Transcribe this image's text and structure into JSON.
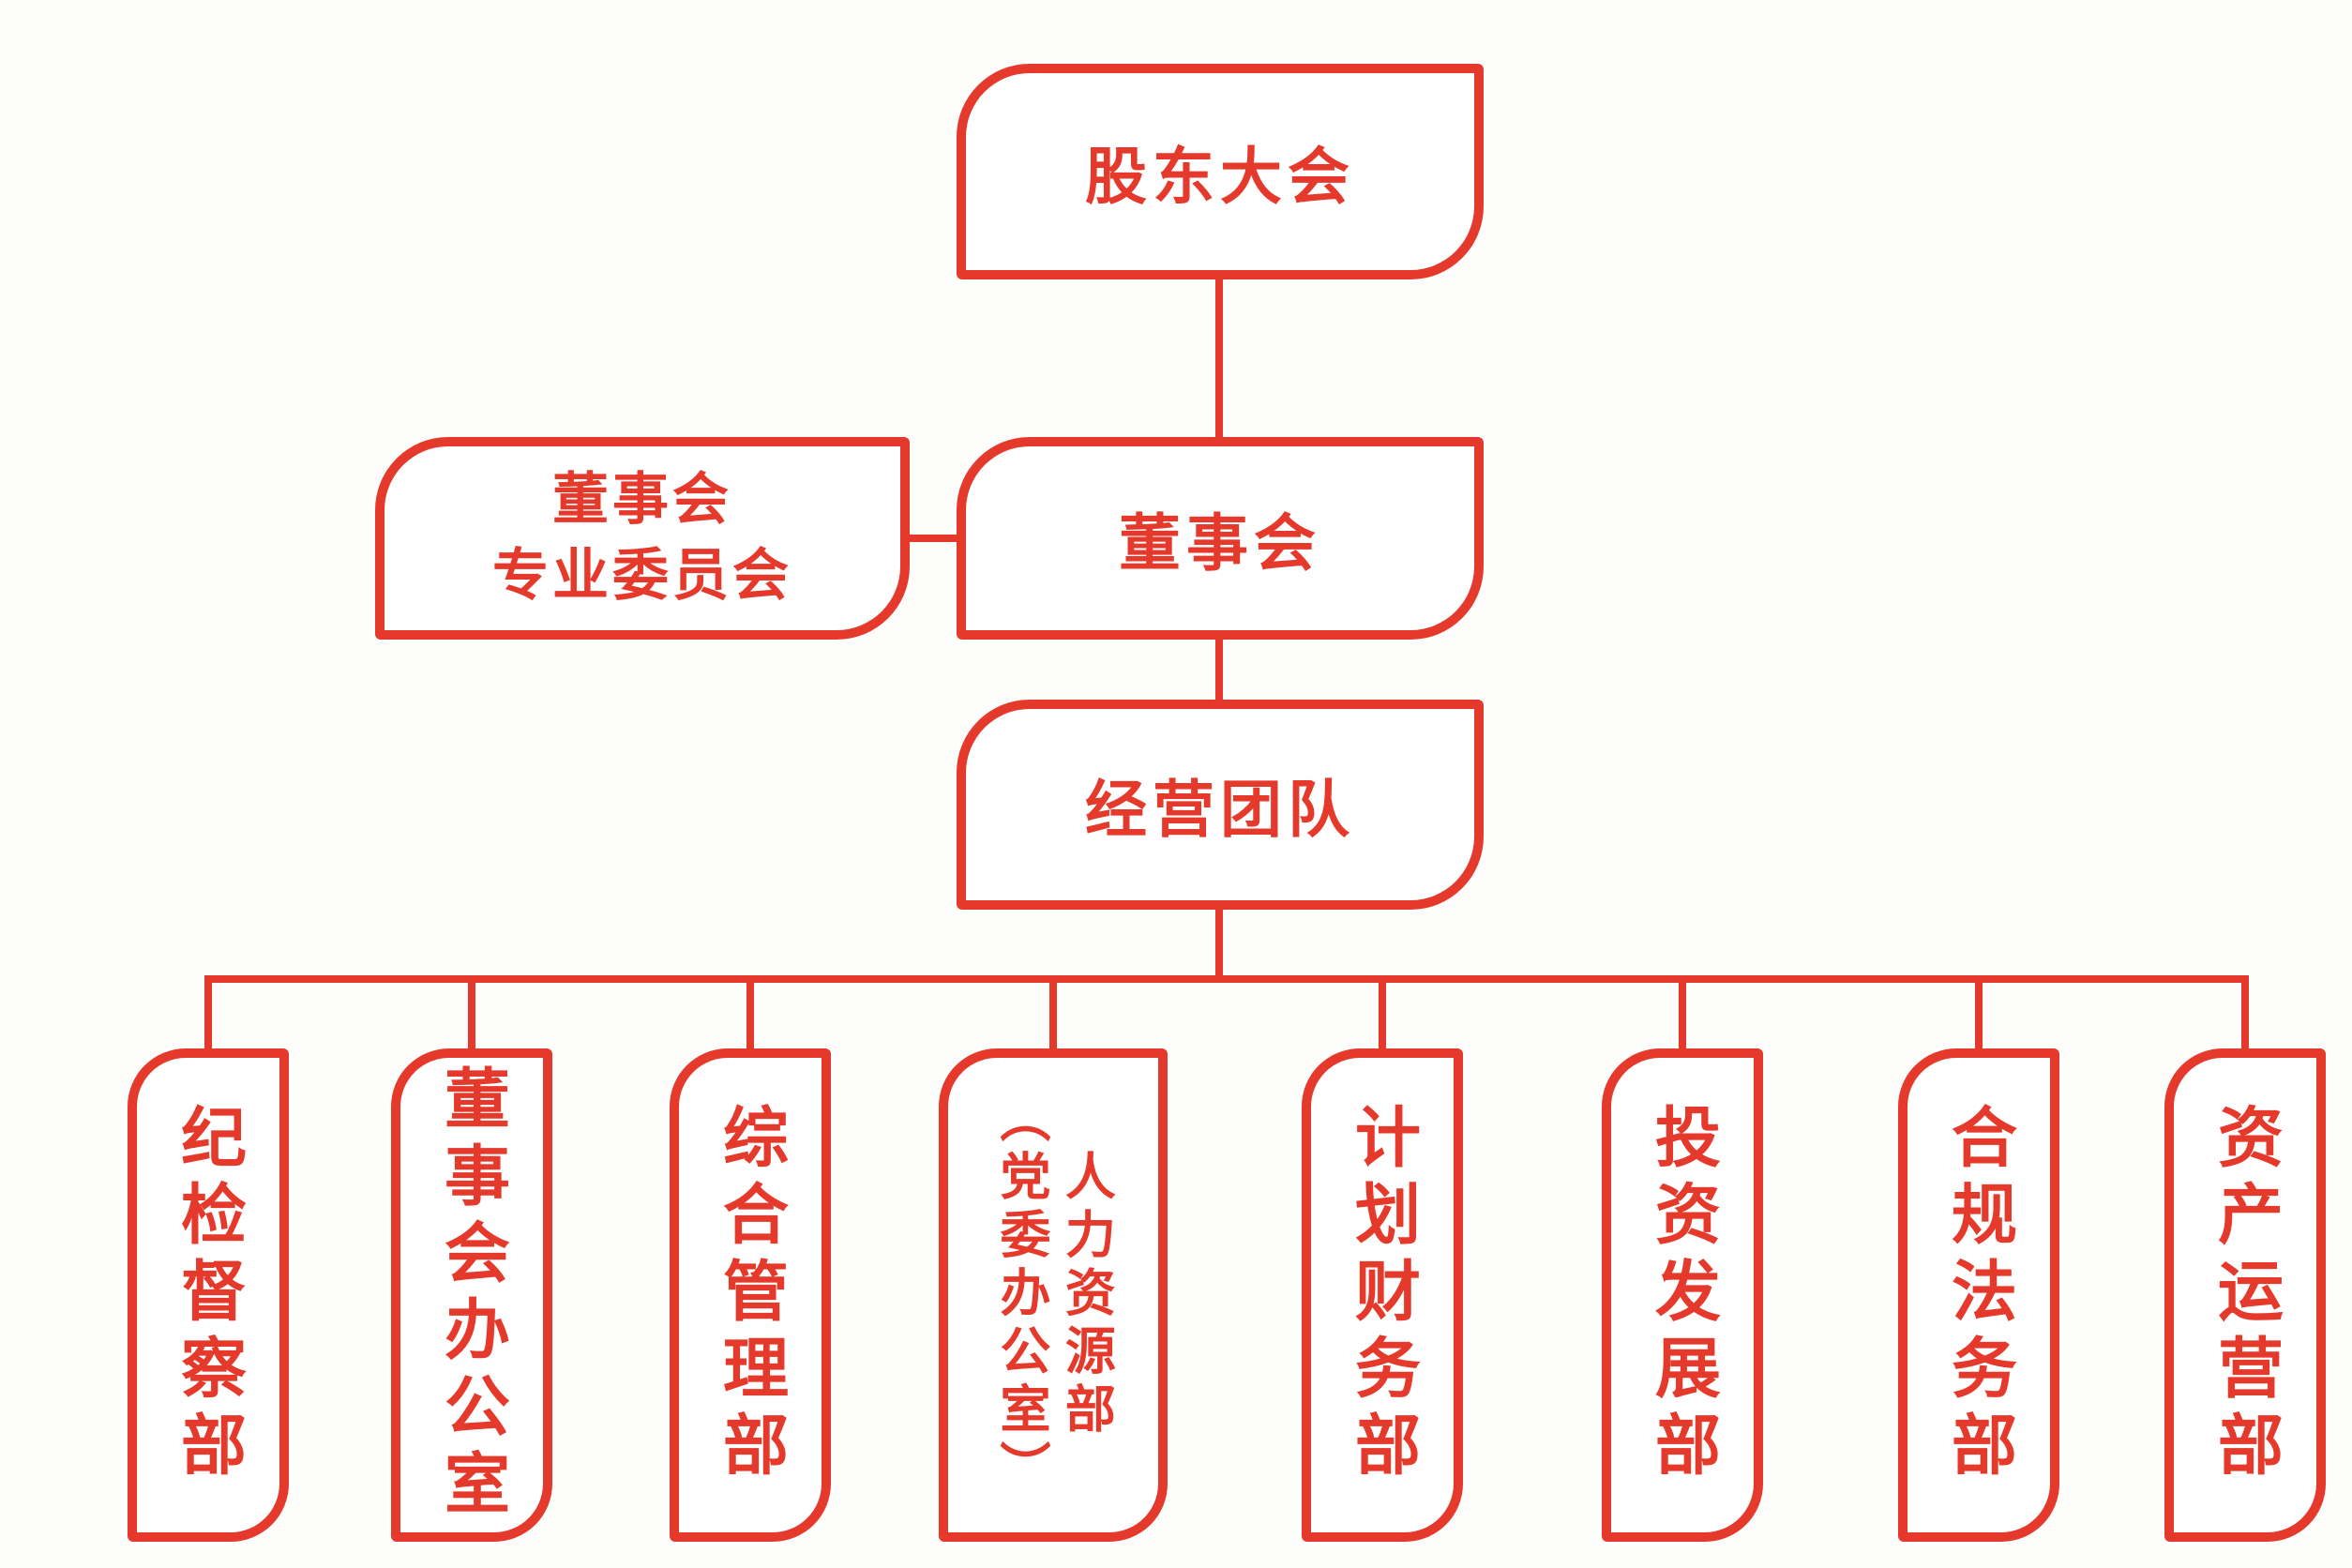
{
  "palette": {
    "red": "#e5392b",
    "bg": "#fdfdfb",
    "node_fill": "#ffffff"
  },
  "nodes": {
    "shareholders": {
      "label": "股东大会"
    },
    "board": {
      "label": "董事会"
    },
    "committee": {
      "line1": "董事会",
      "line2": "专业委员会"
    },
    "team": {
      "label": "经营团队"
    }
  },
  "departments": [
    {
      "label": "纪检督察部"
    },
    {
      "label": "董事会办公室"
    },
    {
      "label": "综合管理部"
    },
    {
      "label": "人力资源部",
      "sublabel": "（党委办公室）"
    },
    {
      "label": "计划财务部"
    },
    {
      "label": "投资发展部"
    },
    {
      "label": "合规法务部"
    },
    {
      "label": "资产运营部"
    }
  ]
}
